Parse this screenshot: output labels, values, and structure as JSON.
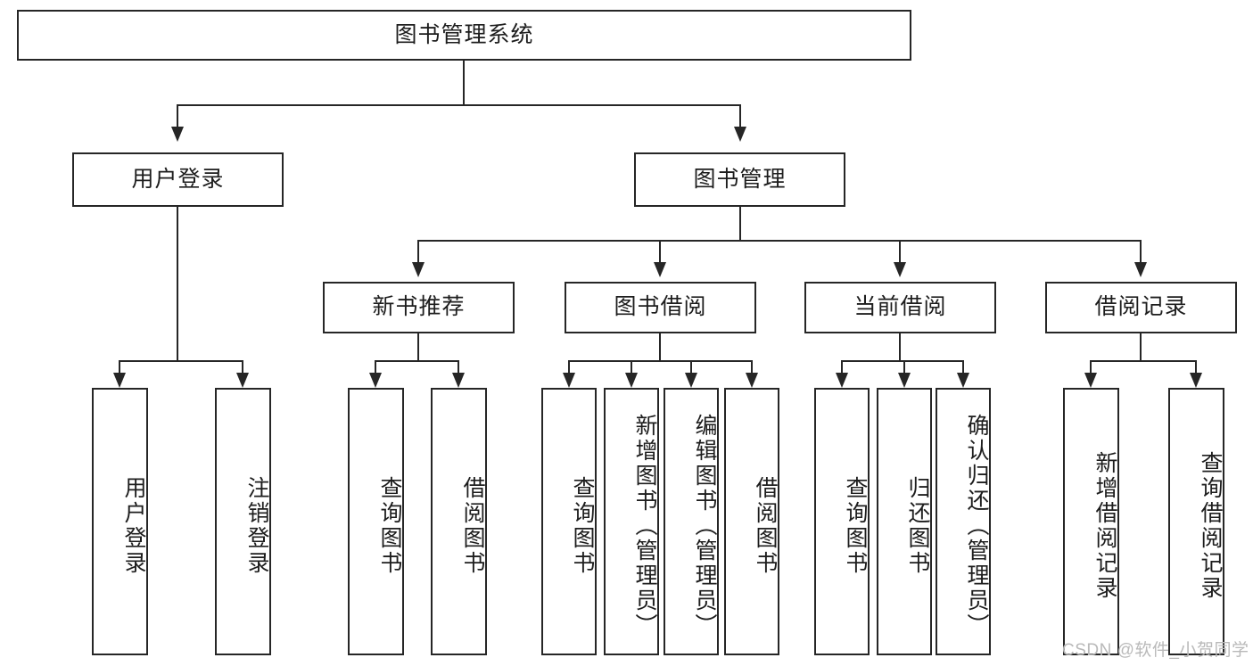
{
  "diagram": {
    "title": "图书管理系统",
    "type": "hierarchy-tree",
    "root": {
      "id": "root",
      "label": "图书管理系统"
    },
    "level2": [
      {
        "id": "user-login",
        "label": "用户登录"
      },
      {
        "id": "book-manage",
        "label": "图书管理"
      }
    ],
    "level3": [
      {
        "id": "new-book-rec",
        "label": "新书推荐",
        "parent": "book-manage"
      },
      {
        "id": "book-borrow",
        "label": "图书借阅",
        "parent": "book-manage"
      },
      {
        "id": "current-borrow",
        "label": "当前借阅",
        "parent": "book-manage"
      },
      {
        "id": "borrow-record",
        "label": "借阅记录",
        "parent": "book-manage"
      }
    ],
    "leaves": [
      {
        "id": "leaf-user-login",
        "label": "用户登录",
        "parent": "user-login"
      },
      {
        "id": "leaf-logout",
        "label": "注销登录",
        "parent": "user-login"
      },
      {
        "id": "leaf-query-book-1",
        "label": "查询图书",
        "parent": "new-book-rec"
      },
      {
        "id": "leaf-borrow-book-1",
        "label": "借阅图书",
        "parent": "new-book-rec"
      },
      {
        "id": "leaf-query-book-2",
        "label": "查询图书",
        "parent": "book-borrow"
      },
      {
        "id": "leaf-add-book",
        "label": "新增图书（管理员）",
        "parent": "book-borrow"
      },
      {
        "id": "leaf-edit-book",
        "label": "编辑图书（管理员）",
        "parent": "book-borrow"
      },
      {
        "id": "leaf-borrow-book-2",
        "label": "借阅图书",
        "parent": "book-borrow"
      },
      {
        "id": "leaf-query-book-3",
        "label": "查询图书",
        "parent": "current-borrow"
      },
      {
        "id": "leaf-return-book",
        "label": "归还图书",
        "parent": "current-borrow"
      },
      {
        "id": "leaf-confirm-return",
        "label": "确认归还（管理员）",
        "parent": "current-borrow"
      },
      {
        "id": "leaf-add-record",
        "label": "新增借阅记录",
        "parent": "borrow-record"
      },
      {
        "id": "leaf-query-record",
        "label": "查询借阅记录",
        "parent": "borrow-record"
      }
    ]
  },
  "watermark": {
    "text": "CSDN @软件_小贺同学"
  },
  "colors": {
    "stroke": "#262626",
    "fill": "#ffffff",
    "text": "#1d1d1d",
    "watermark": "#b9b9b9"
  }
}
